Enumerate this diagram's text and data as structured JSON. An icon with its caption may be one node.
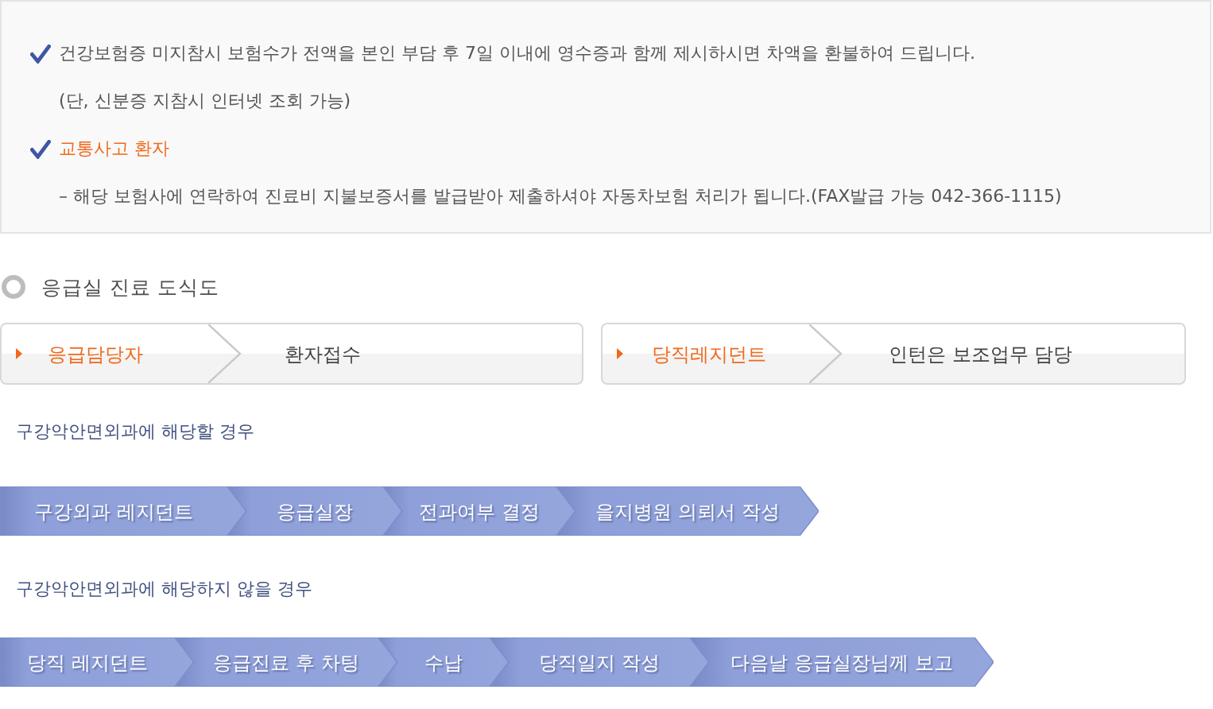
{
  "diagram": {
    "title": "응급실 진료 도식도",
    "nodes": [
      {
        "text": [
          "건강보험증 미지참시 보험수가 전액을 본인 부담 후 7일 이내에 영수증과 함께 제시하시면 차액을 환불하여 드립니다.",
          "(단, 신분증 지참시 인터넷 조회 가능)",
          "교통사고 환자",
          "– 해당 보험사에 연락하여 진료비 지불보증서를 발급받아 제출하셔야 자동차보험 처리가 됩니다.(FAX발급 가능 042-366-1115)"
        ]
      },
      {
        "text": [
          "응급담당자",
          "환자접수"
        ]
      },
      {
        "text": [
          "당직레지던트",
          "인턴은 보조업무 담당"
        ]
      },
      {
        "text": [
          "구강외과 레지던트"
        ]
      },
      {
        "text": [
          "응급실장"
        ]
      },
      {
        "text": [
          "전과여부 결정"
        ]
      },
      {
        "text": [
          "을지병원 의뢰서 작성"
        ]
      },
      {
        "text": [
          "당직 레지던트"
        ]
      },
      {
        "text": [
          "응급진료 후 차팅"
        ]
      },
      {
        "text": [
          "수납"
        ]
      },
      {
        "text": [
          "당직일지 작성"
        ]
      },
      {
        "text": [
          "다음날 응급실장님께 보고"
        ]
      }
    ],
    "labels": [
      "구강악안면외과에 해당할 경우",
      "구강악안면외과에 해당하지 않을 경우"
    ]
  }
}
